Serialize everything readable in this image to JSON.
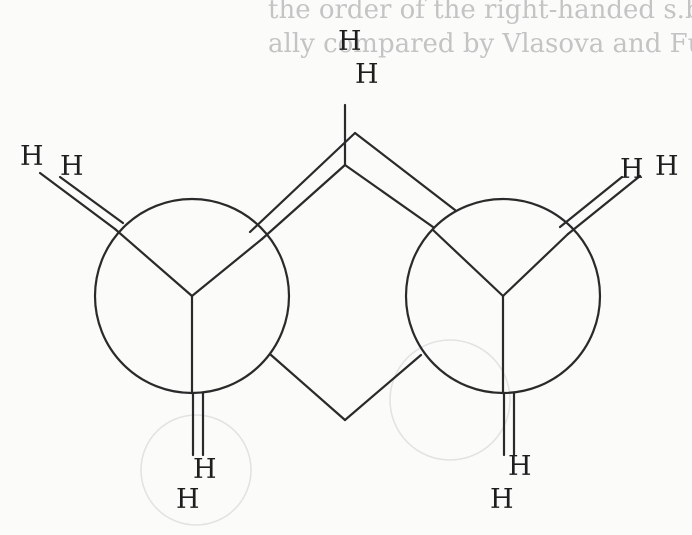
{
  "bleed_through": {
    "line1": "the order of the right-handed  s.b  ed",
    "line2": "ally compared by Vlasova and Fujy  .NET"
  },
  "atoms": {
    "top_outer": "H",
    "top_inner": "H",
    "left_outer": "H",
    "left_inner": "H",
    "right_inner": "H",
    "right_outer": "H",
    "bottom_left_inner": "H",
    "bottom_left_outer": "H",
    "bottom_right_inner": "H",
    "bottom_right_outer": "H"
  },
  "colors": {
    "ink": "#2a2a2a",
    "paper": "#fbfbf9",
    "bleed": "#c4c4c4"
  }
}
